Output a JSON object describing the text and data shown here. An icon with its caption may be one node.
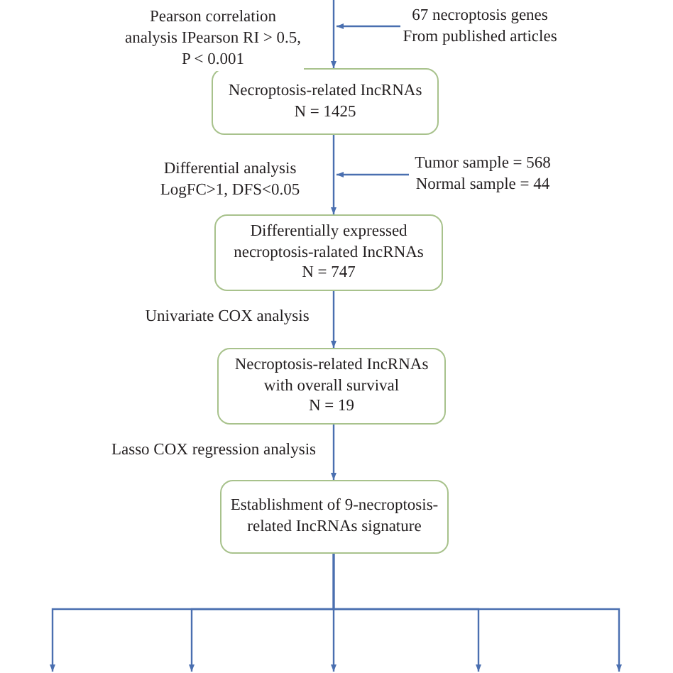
{
  "diagram": {
    "nodes": [
      {
        "text": [
          "67 necroptosis genes From published articles"
        ]
      },
      {
        "text": [
          "Necroptosis-related IncRNAs",
          "N = 1425"
        ]
      },
      {
        "text": [
          "Tumor sample = 568 Normal sample = 44"
        ]
      },
      {
        "text": [
          "Differentially expressed necroptosis-ralated IncRNAs",
          "N = 747"
        ]
      },
      {
        "text": [
          "Necroptosis-related IncRNAs with overall survival",
          "N = 19"
        ]
      },
      {
        "text": [
          "Establishment of 9-necroptosis-related IncRNAs signature"
        ]
      }
    ],
    "edges": [
      {
        "from": null,
        "to": 1,
        "arrow": "to",
        "label": "Pearson correlation analysis IPearson RI > 0.5, P < 0.001"
      },
      {
        "from": 0,
        "to": 1,
        "arrow": "to"
      },
      {
        "from": 1,
        "to": 3,
        "arrow": "to",
        "label": "Differential analysis LogFC>1, DFS<0.05"
      },
      {
        "from": 2,
        "to": 3,
        "arrow": "to"
      },
      {
        "from": 3,
        "to": 4,
        "arrow": "to",
        "label": "Univariate COX analysis"
      },
      {
        "from": 4,
        "to": 5,
        "arrow": "to",
        "label": "Lasso COX regression analysis"
      },
      {
        "from": 5,
        "to": null,
        "arrow": "to"
      },
      {
        "from": 5,
        "to": null,
        "arrow": "to"
      },
      {
        "from": 5,
        "to": null,
        "arrow": "to"
      },
      {
        "from": 5,
        "to": null,
        "arrow": "to"
      },
      {
        "from": 5,
        "to": null,
        "arrow": "to"
      }
    ]
  }
}
